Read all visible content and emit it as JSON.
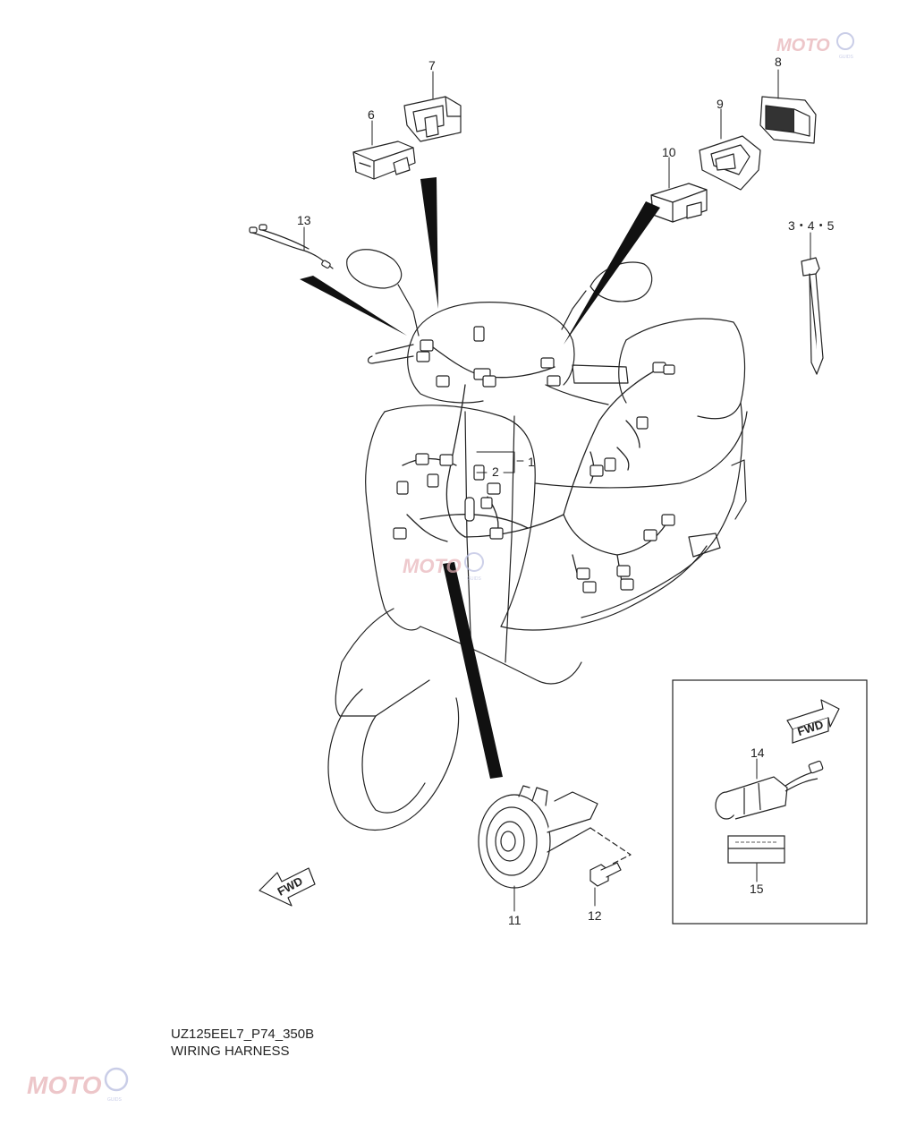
{
  "diagram": {
    "code": "UZ125EEL7_P74_350B",
    "title": "WIRING HARNESS",
    "direction_label": "FWD",
    "callouts": [
      {
        "id": "c1",
        "text": "1"
      },
      {
        "id": "c2",
        "text": "2"
      },
      {
        "id": "c345",
        "text": "3・4・5"
      },
      {
        "id": "c6",
        "text": "6"
      },
      {
        "id": "c7",
        "text": "7"
      },
      {
        "id": "c8",
        "text": "8"
      },
      {
        "id": "c9",
        "text": "9"
      },
      {
        "id": "c10",
        "text": "10"
      },
      {
        "id": "c11",
        "text": "11"
      },
      {
        "id": "c12",
        "text": "12"
      },
      {
        "id": "c13",
        "text": "13"
      },
      {
        "id": "c14",
        "text": "14"
      },
      {
        "id": "c15",
        "text": "15"
      }
    ]
  },
  "watermark": {
    "brand": "MOTO",
    "sub": "GUIDS"
  }
}
